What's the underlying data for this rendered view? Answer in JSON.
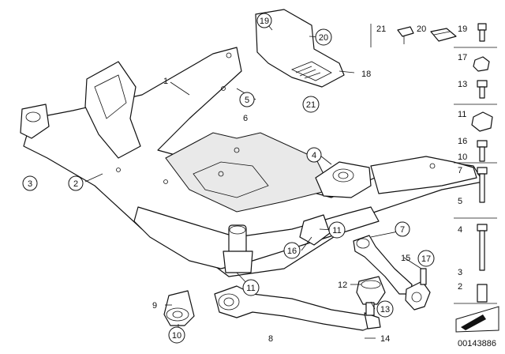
{
  "callouts": [
    {
      "id": "c1",
      "text": "1",
      "circled": false
    },
    {
      "id": "c2",
      "text": "2",
      "circled": true
    },
    {
      "id": "c3",
      "text": "3",
      "circled": true
    },
    {
      "id": "c4",
      "text": "4",
      "circled": true
    },
    {
      "id": "c5",
      "text": "5",
      "circled": true
    },
    {
      "id": "c6",
      "text": "6",
      "circled": false
    },
    {
      "id": "c7",
      "text": "7",
      "circled": true
    },
    {
      "id": "c8",
      "text": "8",
      "circled": false
    },
    {
      "id": "c9",
      "text": "9",
      "circled": false
    },
    {
      "id": "c10",
      "text": "10",
      "circled": true
    },
    {
      "id": "c11a",
      "text": "11",
      "circled": true
    },
    {
      "id": "c11b",
      "text": "11",
      "circled": true
    },
    {
      "id": "c12",
      "text": "12",
      "circled": false
    },
    {
      "id": "c13",
      "text": "13",
      "circled": true
    },
    {
      "id": "c14",
      "text": "14",
      "circled": false
    },
    {
      "id": "c15",
      "text": "15",
      "circled": false
    },
    {
      "id": "c16",
      "text": "16",
      "circled": true
    },
    {
      "id": "c17",
      "text": "17",
      "circled": true
    },
    {
      "id": "c18",
      "text": "18",
      "circled": false
    },
    {
      "id": "c19",
      "text": "19",
      "circled": true
    },
    {
      "id": "c20",
      "text": "20",
      "circled": true
    },
    {
      "id": "c21",
      "text": "21",
      "circled": true
    }
  ],
  "legend_top": {
    "left": "21",
    "right": "20"
  },
  "fastener_column": [
    "19",
    "17",
    "13",
    "11",
    "16",
    "10",
    "7",
    "5",
    "4",
    "3",
    "2"
  ],
  "diagram_id": "00143886"
}
